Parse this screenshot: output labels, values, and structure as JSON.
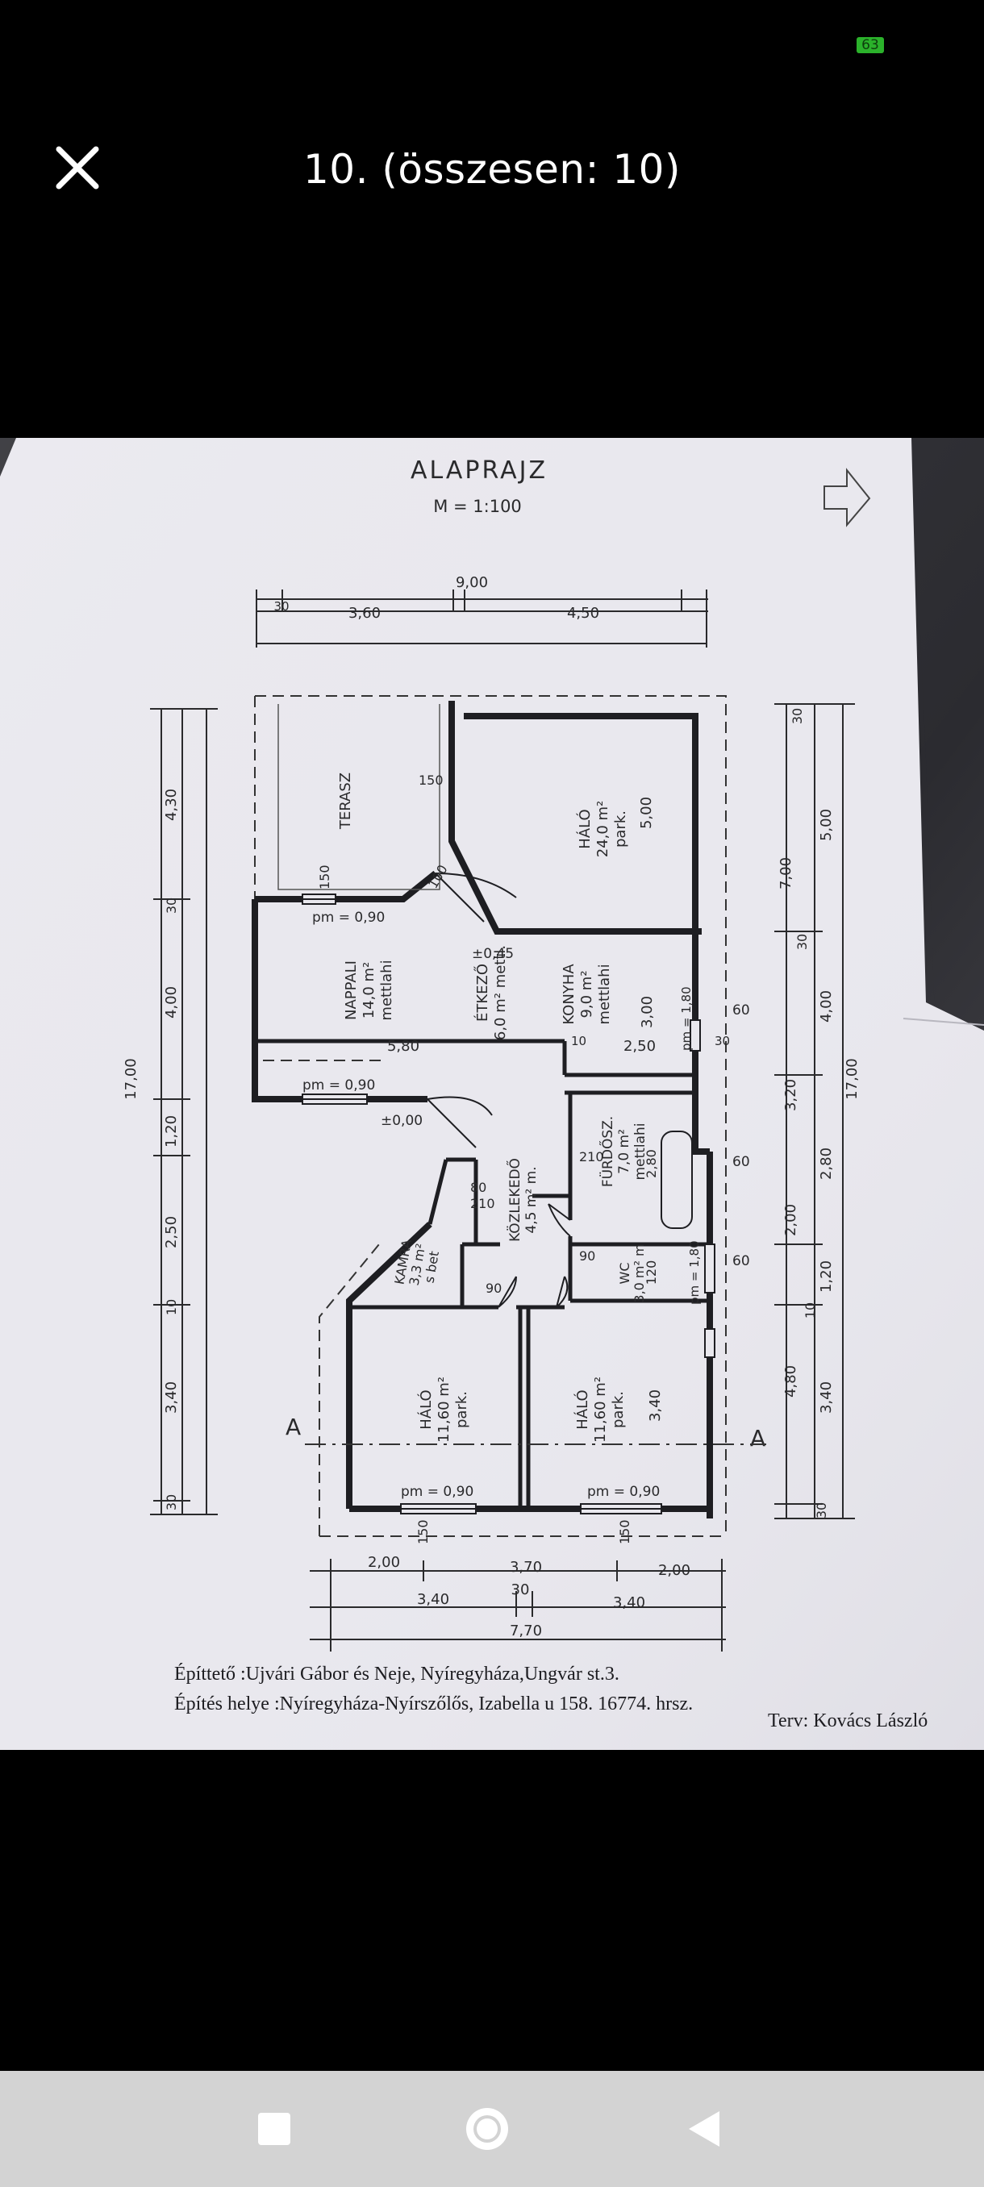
{
  "status_bar": {
    "battery": "63"
  },
  "viewer": {
    "title": "10. (összesen: 10)",
    "close_icon": "close-icon"
  },
  "plan": {
    "title": "ALAPRAJZ",
    "scale": "M = 1:100",
    "rooms": {
      "terasz": "TERASZ",
      "halo_top": {
        "name": "HÁLÓ",
        "area": "24,0 m²",
        "floor": "park."
      },
      "nappali": {
        "name": "NAPPALI",
        "area": "14,0 m²",
        "floor": "mettlahi"
      },
      "etkezo": {
        "name": "ÉTKEZŐ",
        "area": "6,0 m² mettl."
      },
      "konyha": {
        "name": "KONYHA",
        "area": "9,0 m²",
        "floor": "mettlahi"
      },
      "furdosz": {
        "name": "FÜRDŐSZ.",
        "area": "7,0 m²",
        "floor": "mettlahi"
      },
      "kozlekedo": {
        "name": "KÖZLEKEDŐ",
        "area": "4,5 m² m."
      },
      "kamra": {
        "name": "KAMRA",
        "area": "3,3 m²",
        "floor": "s bet"
      },
      "wc": {
        "name": "WC",
        "area": "3,0 m² m"
      },
      "halo_left": {
        "name": "HÁLÓ",
        "area": "11,60 m²",
        "floor": "park."
      },
      "halo_right": {
        "name": "HÁLÓ",
        "area": "11,60 m²",
        "floor": "park."
      }
    },
    "top_dims": {
      "total": "9,00",
      "a": "3,60",
      "b": "4,50",
      "c": "30"
    },
    "left_dims": [
      "4,30",
      "30",
      "4,00",
      "1,20",
      "2,50",
      "10",
      "3,40",
      "30",
      "17,00"
    ],
    "right_dims": [
      "30",
      "5,00",
      "7,00",
      "30",
      "4,00",
      "3,20",
      "2,80",
      "2,00",
      "1,20",
      "10",
      "4,80",
      "3,40",
      "30",
      "17,00"
    ],
    "bottom_dims": {
      "a": "2,00",
      "b": "3,70",
      "c": "2,00",
      "d": "3,40",
      "e": "30",
      "f": "3,40",
      "total": "7,70"
    },
    "inner_labels": {
      "pm090": "pm = 0,90",
      "pm180": "pm = 1,80",
      "d580": "5,80",
      "d250": "2,50",
      "d300": "3,00",
      "d340": "3,40",
      "d500": "5,00",
      "d150": "150",
      "d100": "100",
      "d90": "90",
      "d80": "80",
      "d60": "60",
      "d210": "210",
      "d120": "120",
      "d280": "2,80",
      "lvl045": "±0,45",
      "lvl000": "±0,00",
      "section": "A",
      "d10": "10",
      "d30": "30",
      "d150fr": "150"
    },
    "footer": {
      "builder": "Építtető :Ujvári Gábor és Neje, Nyíregyháza,Ungvár st.3.",
      "site": "Építés helye :Nyíregyháza-Nyírszőlős, Izabella u 158. 16774. hrsz.",
      "designer": "Terv: Kovács László"
    }
  },
  "nav_bar": {
    "recents": "recents-icon",
    "home": "home-icon",
    "back": "back-icon"
  },
  "colors": {
    "background": "#000000",
    "paper": "#ecebf1",
    "ink": "#2a2a2c",
    "nav_bar": "#d3d3d3",
    "battery": "#2bb22b"
  }
}
